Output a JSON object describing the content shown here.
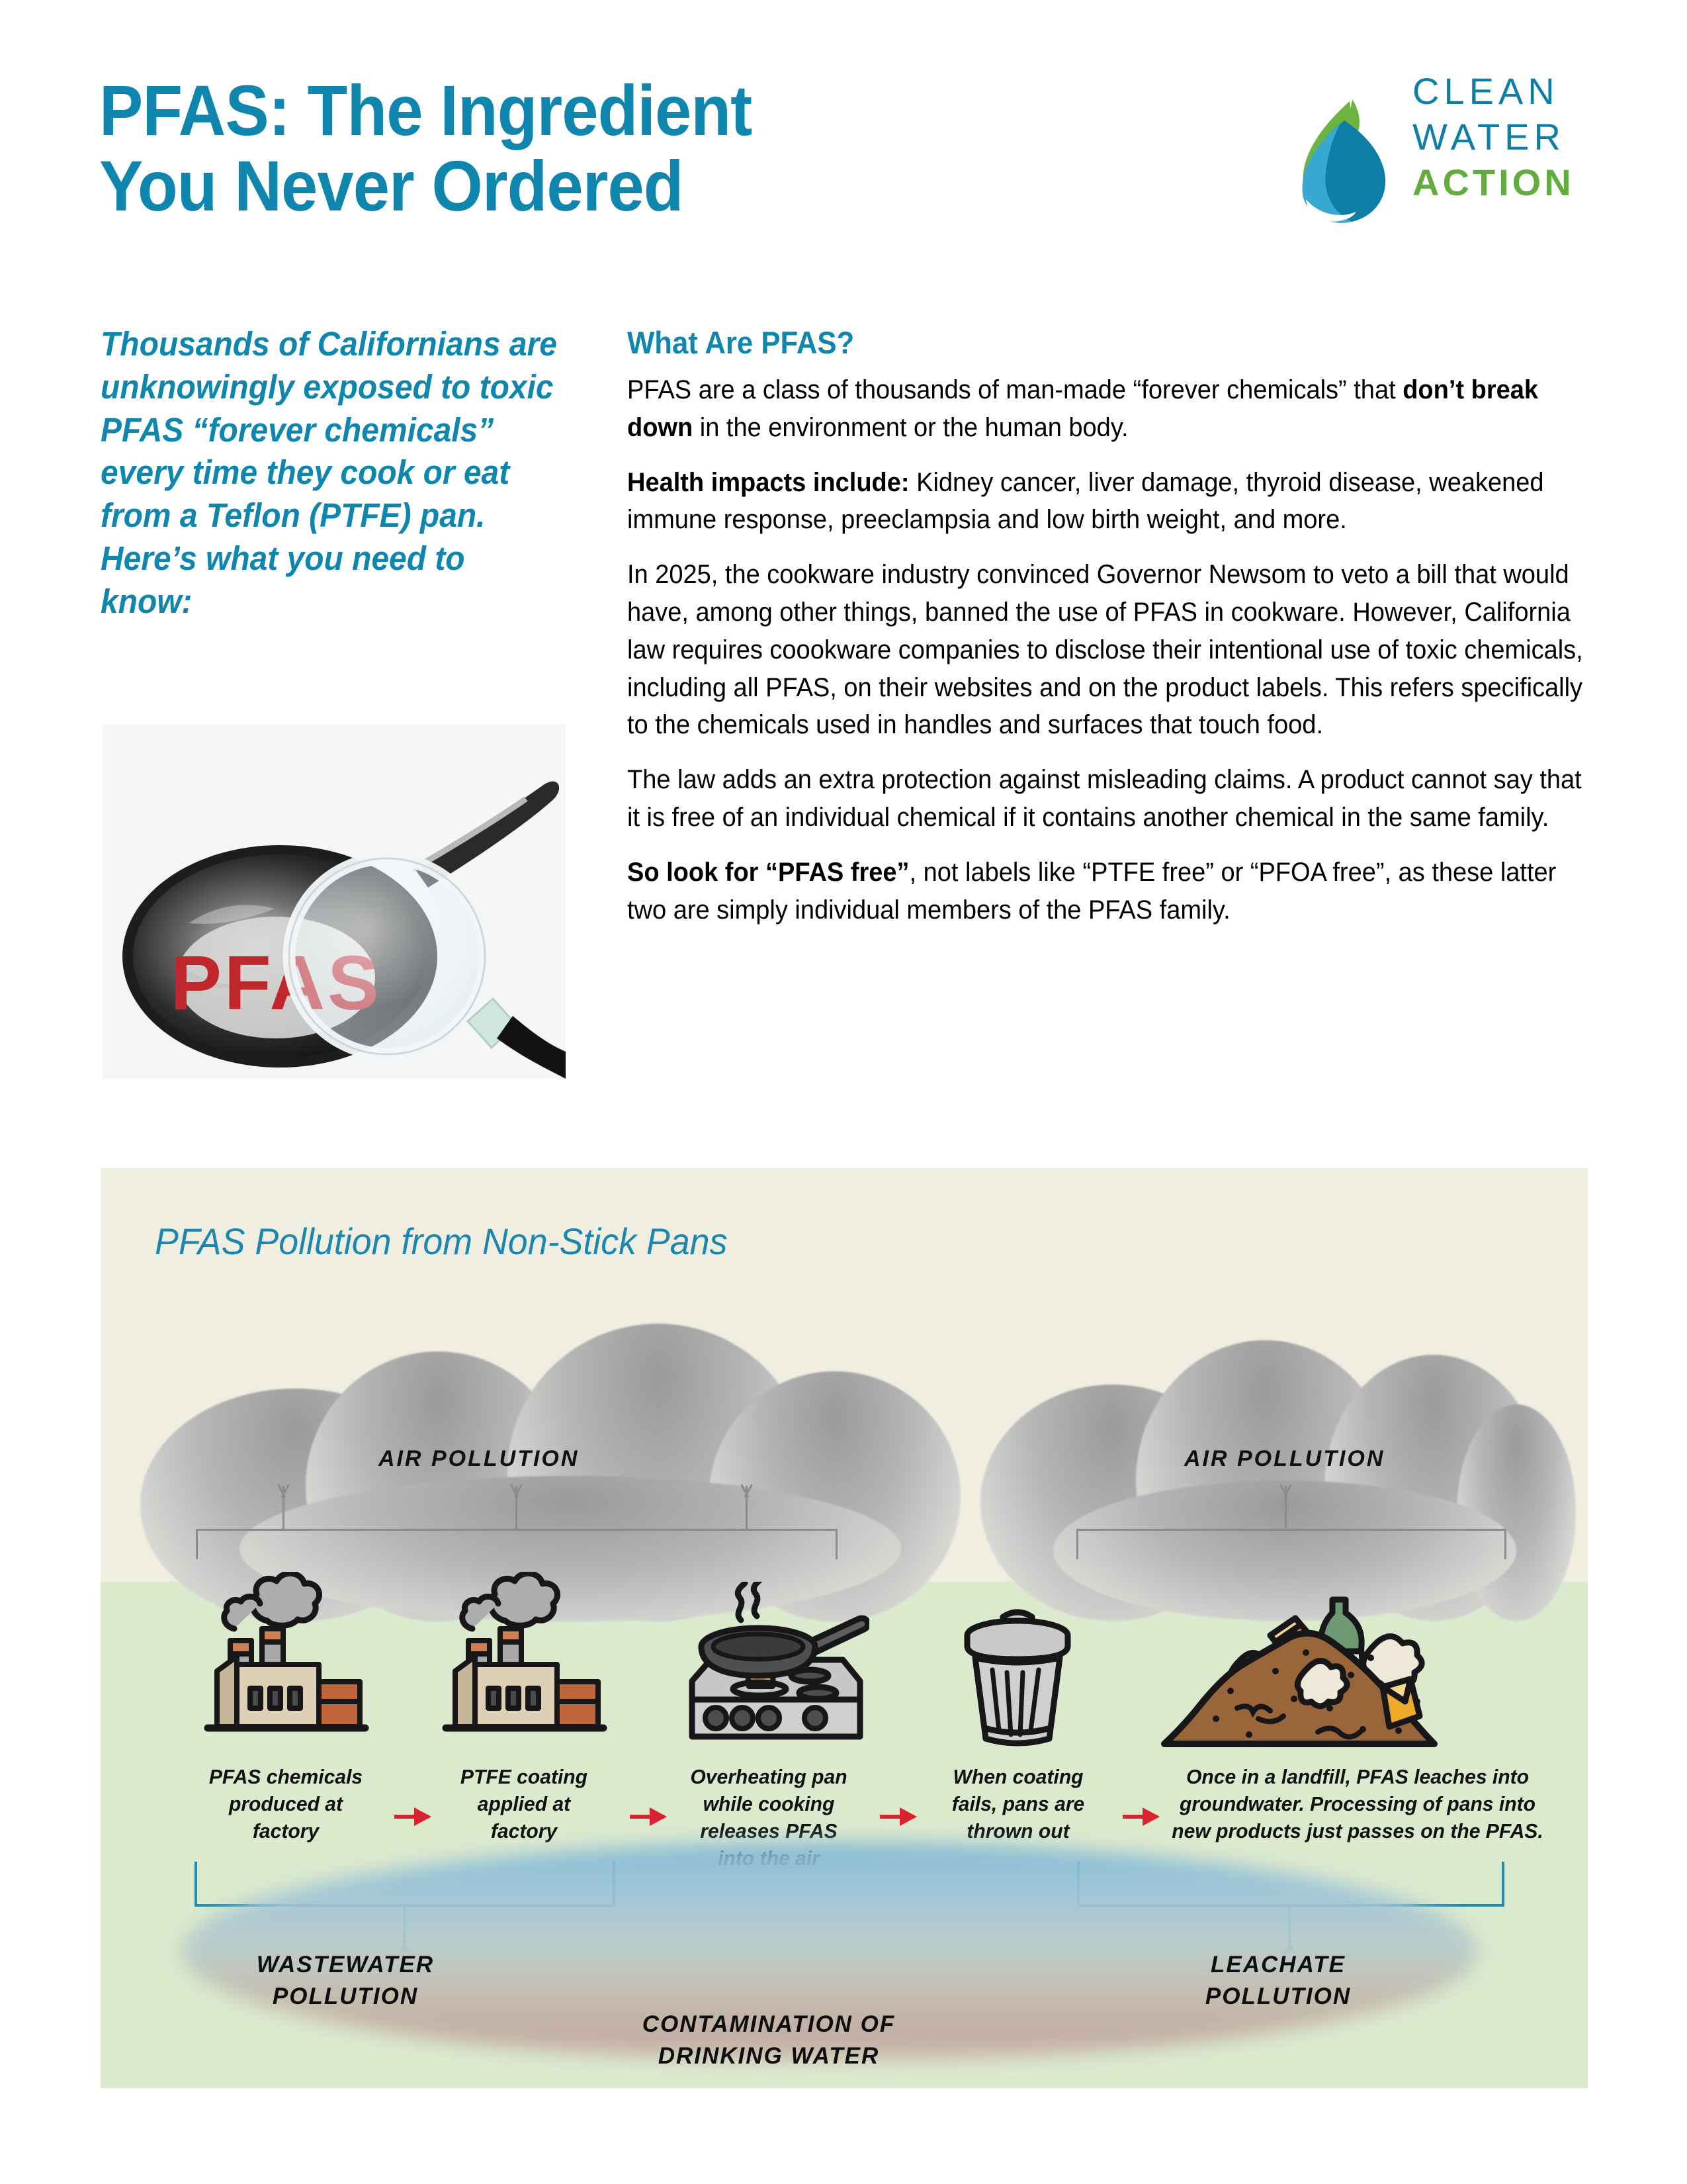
{
  "header": {
    "title": "PFAS: The Ingredient\nYou Never Ordered",
    "logo": {
      "line1": "CLEAN",
      "line2": "WATER",
      "line3": "ACTION",
      "blue": "#0d7fa6",
      "green": "#63ac3e"
    }
  },
  "left": {
    "lede": "Thousands of Californians are unknowingly exposed to toxic PFAS “forever chemicals” every time they cook or eat from a Teflon (PTFE) pan. Here’s what you need to know:",
    "photo_alt_text": "PFAS"
  },
  "right": {
    "heading": "What Are PFAS?",
    "p1_a": "PFAS are a class of thousands of man-made “forever chemicals” that ",
    "p1_b": "don’t break down",
    "p1_c": " in the environment or the human body.",
    "p2_a": "Health impacts include:",
    "p2_b": " Kidney cancer, liver damage, thyroid disease, weakened immune response, preeclampsia and low birth weight, and more.",
    "p3": "In 2025, the cookware industry convinced Governor Newsom to veto a bill that would have, among other things, banned the use of PFAS in cookware. However, California law requires coookware companies to disclose their intentional use of toxic chemicals, including all PFAS, on their websites and on the product labels. This refers specifically to the chemicals used in handles and surfaces that touch food.",
    "p4": "The law adds an extra protection against misleading claims. A product cannot say that it is free of an individual chemical if it contains another chemical in the same family.",
    "p5_a": "So look for “PFAS free”",
    "p5_b": ", not labels like “PTFE free” or “PFOA free”, as these latter two are simply individual members of the PFAS family."
  },
  "infographic": {
    "title": "PFAS Pollution from Non-Stick Pans",
    "cloud_left_label": "AIR POLLUTION",
    "cloud_right_label": "AIR POLLUTION",
    "steps": [
      {
        "icon": "factory-icon",
        "caption": "PFAS chemicals\nproduced at\nfactory"
      },
      {
        "icon": "factory-icon",
        "caption": "PTFE coating\napplied at\nfactory"
      },
      {
        "icon": "stove-pan-icon",
        "caption": "Overheating pan\nwhile cooking\nreleases PFAS\ninto the air"
      },
      {
        "icon": "trash-can-icon",
        "caption": "When coating\nfails, pans are\nthrown out"
      },
      {
        "icon": "landfill-icon",
        "caption": "Once in a landfill, PFAS leaches into\ngroundwater. Processing of pans into\nnew products just passes on the PFAS."
      }
    ],
    "water_labels": {
      "wastewater": "WASTEWATER\nPOLLUTION",
      "leachate": "LEACHATE\nPOLLUTION",
      "contamination": "CONTAMINATION OF\nDRINKING WATER"
    },
    "colors": {
      "panel_bg": "#f0ede1",
      "ground": "#dbe9cd",
      "teal": "#1b90b8",
      "red_arrow": "#d9232e",
      "brand_blue": "#0e86ad"
    }
  }
}
